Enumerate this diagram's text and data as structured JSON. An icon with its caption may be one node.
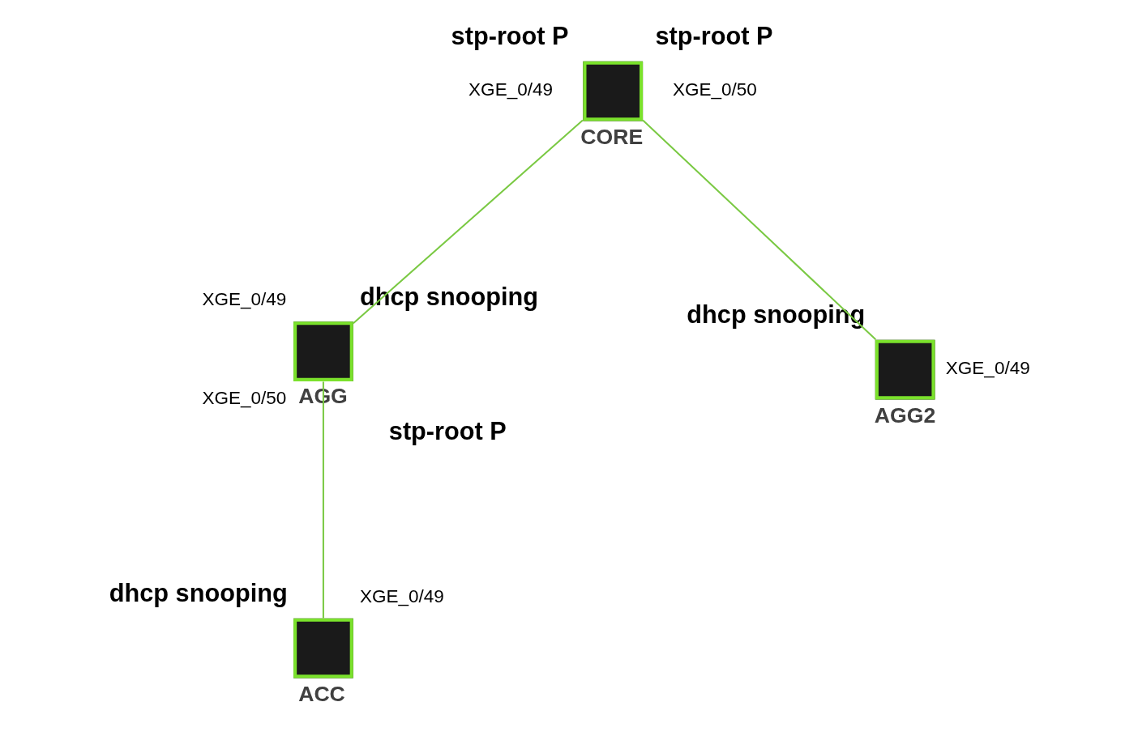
{
  "diagram": {
    "nodes": [
      {
        "text": [
          "CORE"
        ],
        "beside": [
          "stp-root P",
          "XGE_0/49",
          "stp-root P",
          "XGE_0/50"
        ]
      },
      {
        "text": [
          "AGG"
        ],
        "beside": [
          "XGE_0/49",
          "dhcp snooping",
          "XGE_0/50",
          "stp-root P"
        ]
      },
      {
        "text": [
          "AGG2"
        ],
        "beside": [
          "dhcp snooping",
          "XGE_0/49"
        ]
      },
      {
        "text": [
          "ACC"
        ],
        "beside": [
          "dhcp snooping",
          "XGE_0/49"
        ]
      }
    ],
    "edges": [
      {
        "from": 0,
        "to": 1,
        "arrow": "none"
      },
      {
        "from": 0,
        "to": 2,
        "arrow": "none"
      },
      {
        "from": 1,
        "to": 3,
        "arrow": "none"
      }
    ]
  }
}
